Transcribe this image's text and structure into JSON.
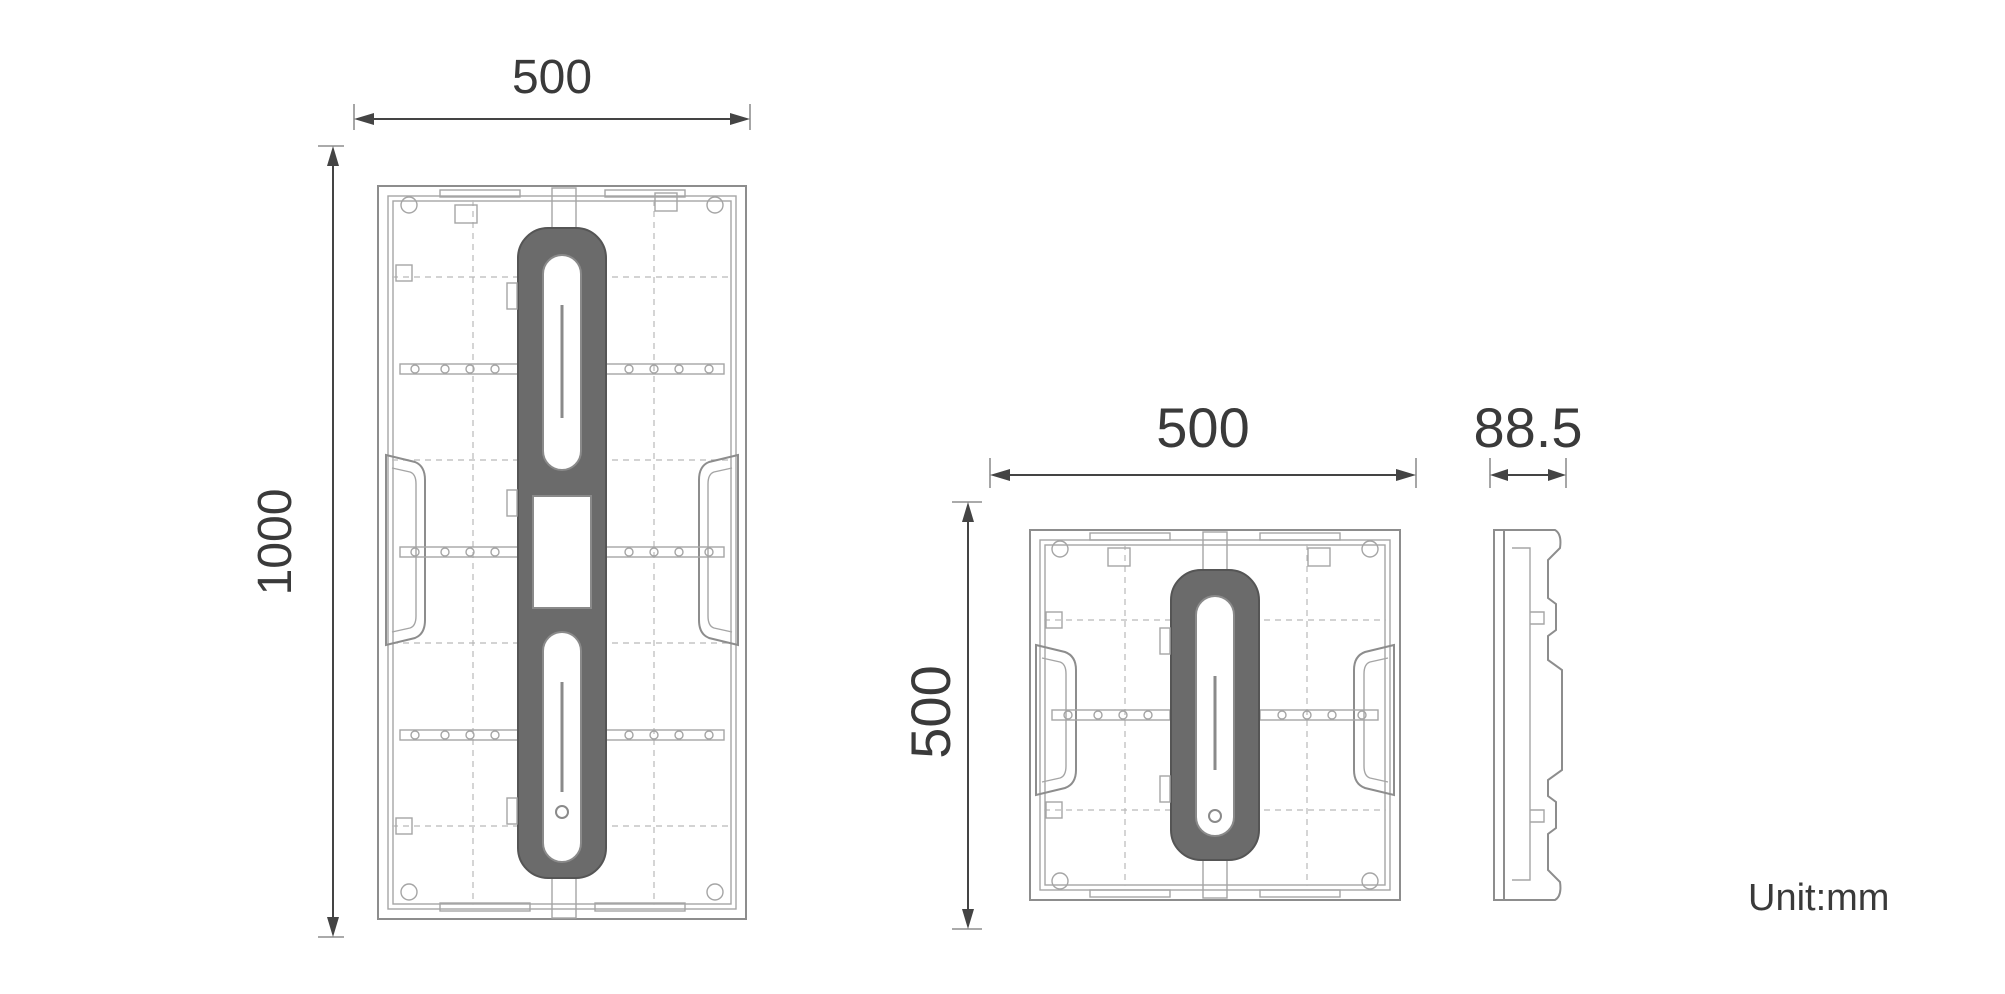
{
  "diagram": {
    "large_panel": {
      "width_label": "500",
      "height_label": "1000"
    },
    "small_panel": {
      "width_label": "500",
      "height_label": "500"
    },
    "side_view": {
      "depth_label": "88.5"
    },
    "unit_label": "Unit:mm"
  },
  "colors": {
    "line": "#8d8d8d",
    "handle": "#6b6b6b",
    "dimension": "#444444",
    "text": "#3a3a3a"
  }
}
